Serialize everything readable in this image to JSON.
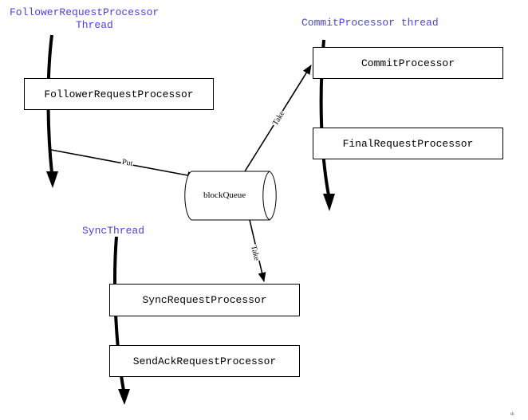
{
  "threads": {
    "follower_line1": "FollowerRequestProcessor",
    "follower_line2": "Thread",
    "commit": "CommitProcessor thread",
    "sync": "SyncThread"
  },
  "processors": {
    "follower": "FollowerRequestProcessor",
    "commit": "CommitProcessor",
    "final": "FinalRequestProcessor",
    "sync": "SyncRequestProcessor",
    "sendack": "SendAckRequestProcessor"
  },
  "queue": {
    "label": "blockQueue"
  },
  "edges": {
    "put": "Put",
    "take_commit": "Take",
    "take_sync": "Take"
  },
  "corner_mark": "th",
  "colors": {
    "thread_label": "#4a42e0",
    "line": "#000000"
  }
}
